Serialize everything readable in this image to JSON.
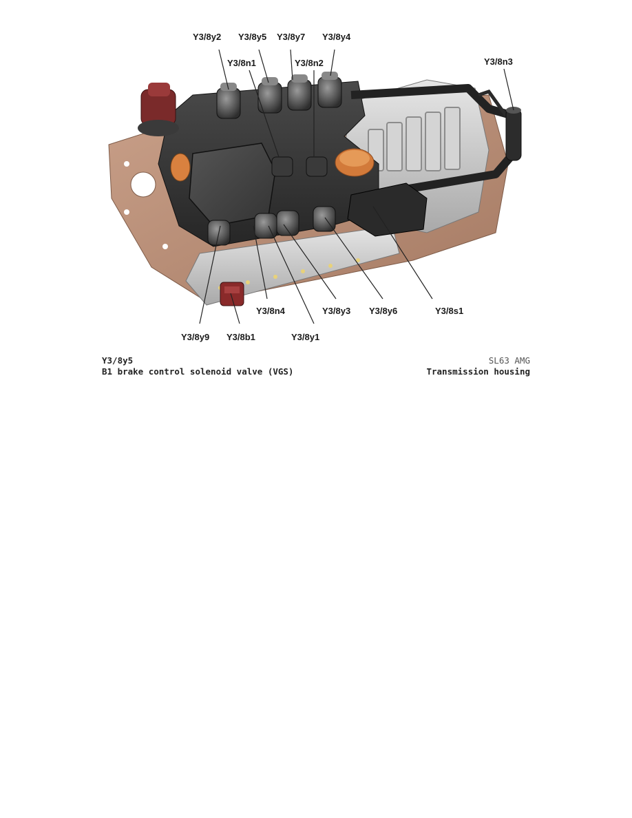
{
  "figure": {
    "callouts": {
      "y2": "Y3/8y2",
      "y5": "Y3/8y5",
      "y7": "Y3/8y7",
      "y4": "Y3/8y4",
      "n1": "Y3/8n1",
      "n2": "Y3/8n2",
      "n3": "Y3/8n3",
      "n4": "Y3/8n4",
      "y3": "Y3/8y3",
      "y6": "Y3/8y6",
      "s1": "Y3/8s1",
      "y9": "Y3/8y9",
      "b1": "Y3/8b1",
      "y1": "Y3/8y1"
    }
  },
  "caption": {
    "code": "Y3/8y5",
    "description": "B1 brake control solenoid valve (VGS)",
    "model": "SL63 AMG",
    "location": "Transmission housing"
  }
}
